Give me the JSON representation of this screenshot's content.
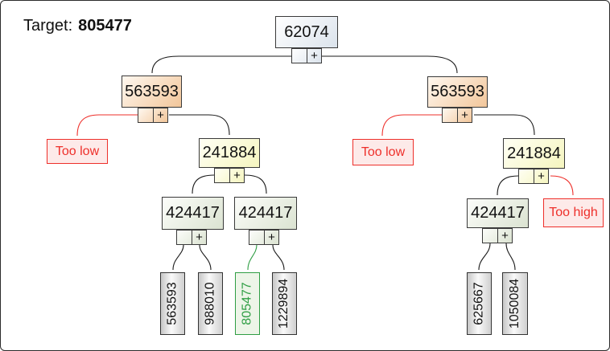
{
  "title": {
    "prefix": "Target:",
    "value": "805477"
  },
  "operator": "+",
  "colors": {
    "edge_black": "#1a1a1a",
    "edge_red": "#ee2f2a",
    "edge_green": "#2f9e44",
    "badge_bg": "#fdeae9",
    "leaf_highlight_bg": "#edf5e8",
    "node_blue": "#dbe3ec",
    "node_peach": "#f2c69a",
    "node_yellow": "#f5f5bf",
    "node_sage": "#dbe3d1",
    "leaf_gray": "#d0d0d0"
  },
  "tree": {
    "root": {
      "label": "62074"
    },
    "level1": {
      "left": {
        "label": "563593"
      },
      "right": {
        "label": "563593"
      }
    },
    "level2": {
      "left": {
        "label": "241884"
      },
      "right": {
        "label": "241884"
      }
    },
    "level3": {
      "left_a": {
        "label": "424417"
      },
      "left_b": {
        "label": "424417"
      },
      "right": {
        "label": "424417"
      }
    },
    "leaves": {
      "left": [
        "563593",
        "988010",
        "805477",
        "1229894"
      ],
      "right": [
        "625667",
        "1050084"
      ]
    },
    "outcomes": {
      "too_low_left": "Too low",
      "too_low_right": "Too low",
      "too_high_right": "Too high"
    }
  }
}
